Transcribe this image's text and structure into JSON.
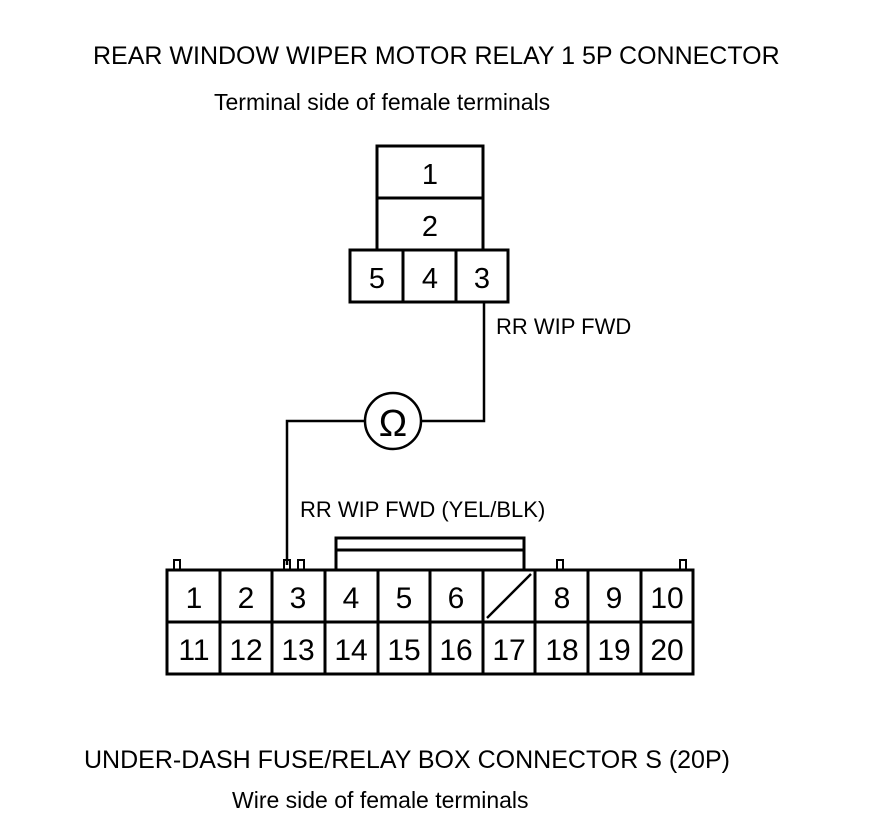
{
  "relay_connector": {
    "title": "REAR WINDOW WIPER MOTOR RELAY 1 5P CONNECTOR",
    "subtitle": "Terminal side of female terminals",
    "terminals_top": [
      "1",
      "2"
    ],
    "terminals_bottom": [
      "5",
      "4",
      "3"
    ]
  },
  "wire": {
    "upper_label": "RR WIP FWD",
    "lower_label": "RR WIP FWD (YEL/BLK)",
    "meter_symbol": "Ω"
  },
  "fuse_box_connector": {
    "title": "UNDER-DASH FUSE/RELAY BOX CONNECTOR S (20P)",
    "subtitle": "Wire side of female terminals",
    "row1": [
      "1",
      "2",
      "3",
      "4",
      "5",
      "6",
      "",
      "8",
      "9",
      "10"
    ],
    "row2": [
      "11",
      "12",
      "13",
      "14",
      "15",
      "16",
      "17",
      "18",
      "19",
      "20"
    ],
    "empty_cavity_index": 6
  }
}
